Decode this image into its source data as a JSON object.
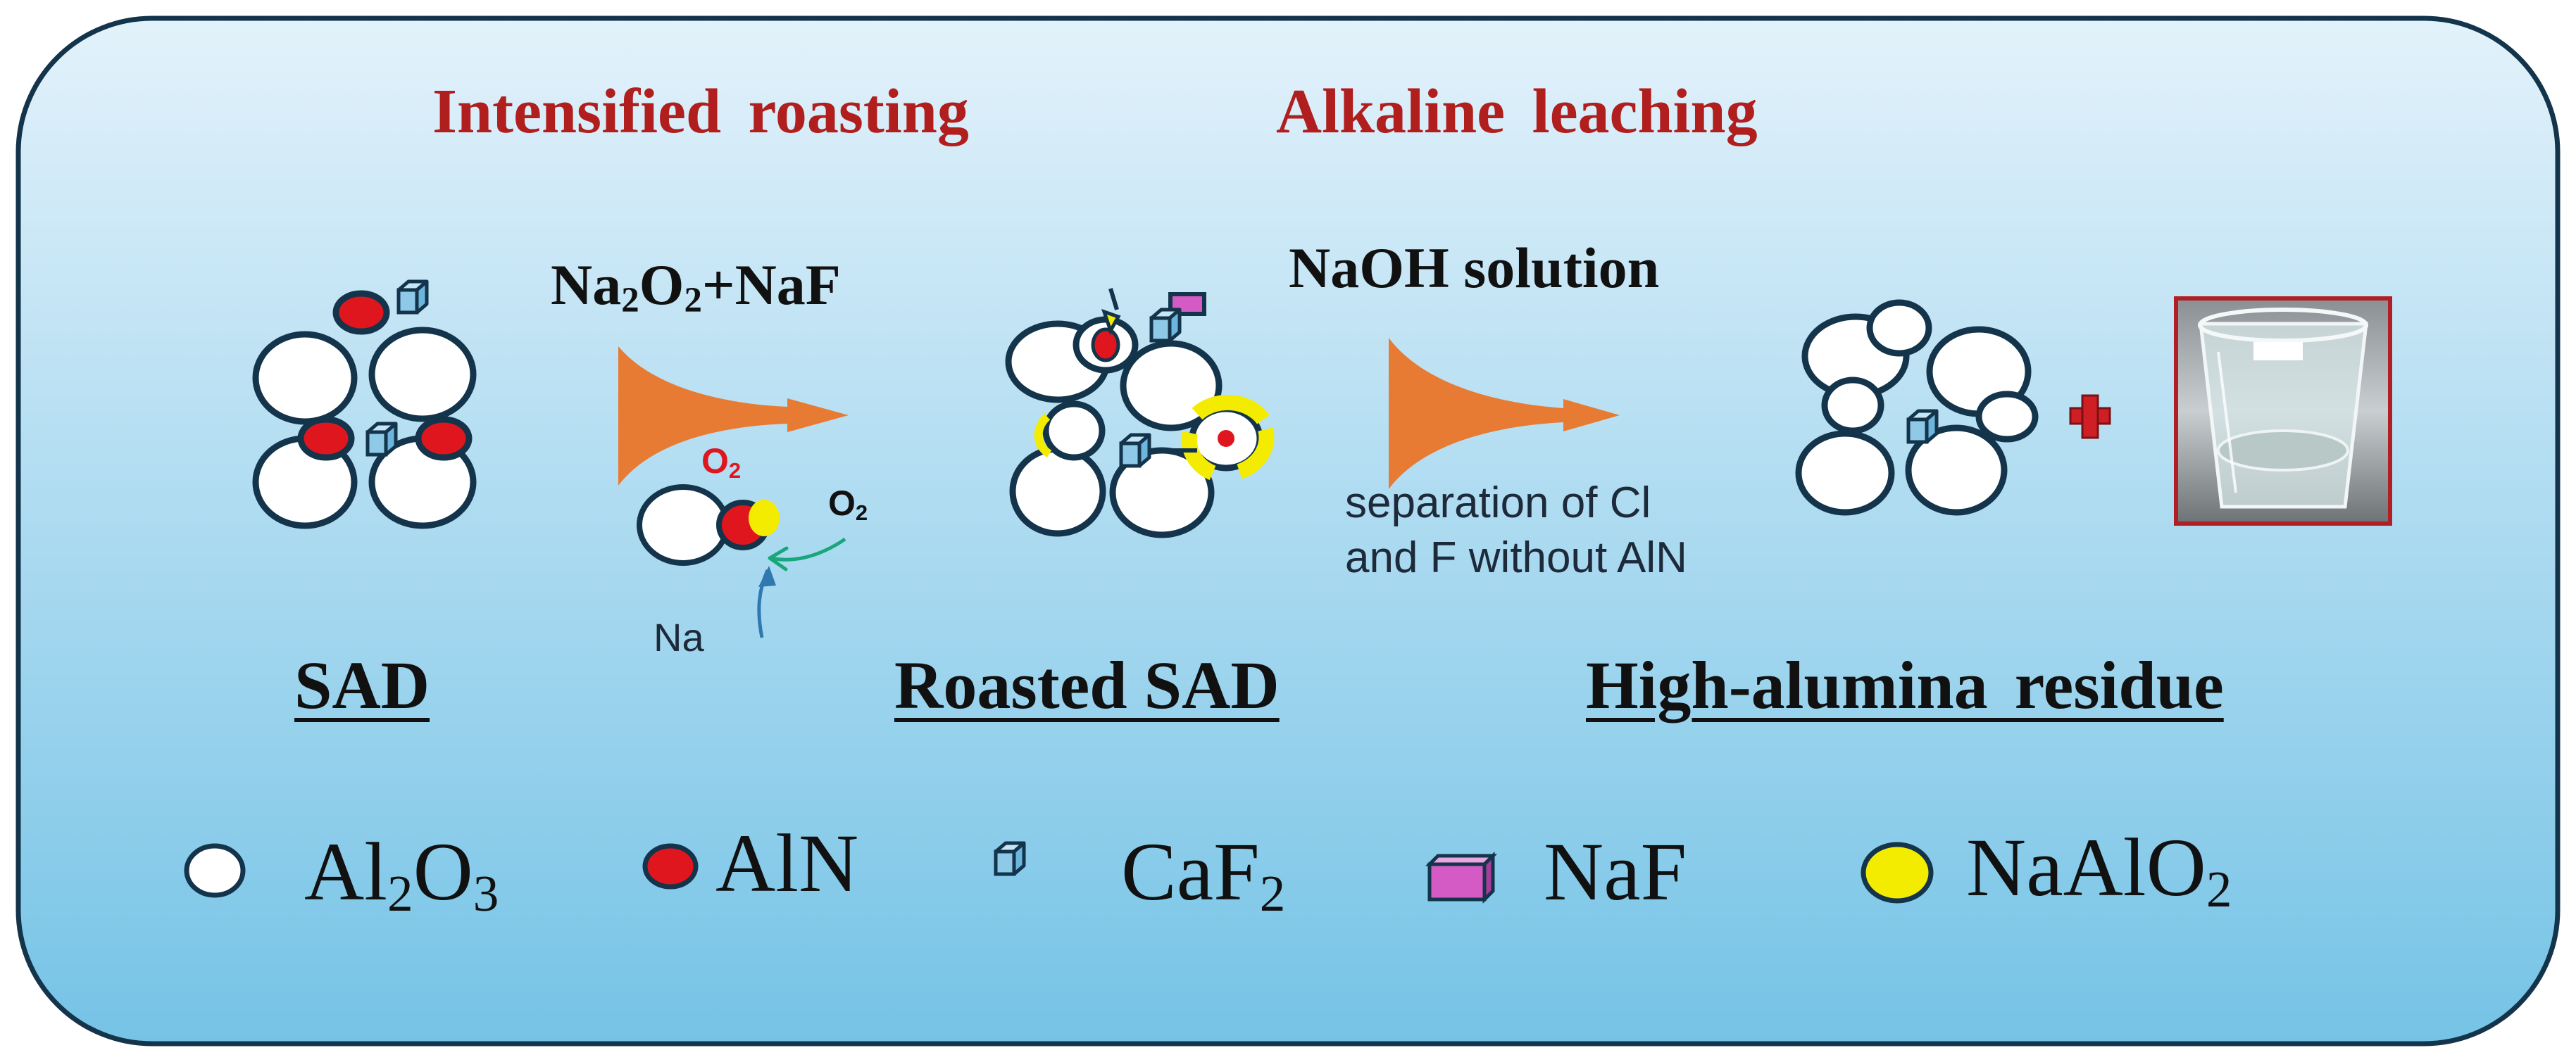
{
  "colors": {
    "panel_top": "#e3f2fb",
    "panel_bottom": "#75c3e6",
    "panel_border": "#13344a",
    "heading": "#b01e1e",
    "arrow": "#e87b34",
    "al2o3": "#ffffff",
    "aln": "#e0161f",
    "naf": "#d45bc5",
    "naalo2": "#f4ec00",
    "caf2": "#8ec9e8",
    "plus": "#cf1f24"
  },
  "stages": {
    "roasting": "Intensified  roasting",
    "leaching": "Alkaline  leaching"
  },
  "reagents": {
    "roast_reagent": {
      "a": "Na",
      "a_sub": "2",
      "b": "O",
      "b_sub": "2",
      "c": "+NaF"
    },
    "leach_reagent": "NaOH solution"
  },
  "mechanism": {
    "o2_red": {
      "base": "O",
      "sub": "2"
    },
    "o2_black": {
      "base": "O",
      "sub": "2"
    },
    "na": "Na"
  },
  "note": "separation of Cl\nand F without AlN",
  "labels": {
    "sad": "SAD",
    "roasted_sad": "Roasted SAD",
    "residue": "High-alumina  residue"
  },
  "legend": {
    "al2o3": {
      "a": "Al",
      "a_sub": "2",
      "b": "O",
      "b_sub": "3",
      "icon": "white-circle-icon"
    },
    "aln": {
      "text": "AlN",
      "icon": "red-circle-icon"
    },
    "caf2": {
      "a": "CaF",
      "a_sub": "2",
      "icon": "cube-icon"
    },
    "naf": {
      "text": "NaF",
      "icon": "magenta-block-icon"
    },
    "naalo2": {
      "a": "NaAlO",
      "a_sub": "2",
      "icon": "yellow-circle-icon"
    }
  },
  "plus_sign": "+"
}
